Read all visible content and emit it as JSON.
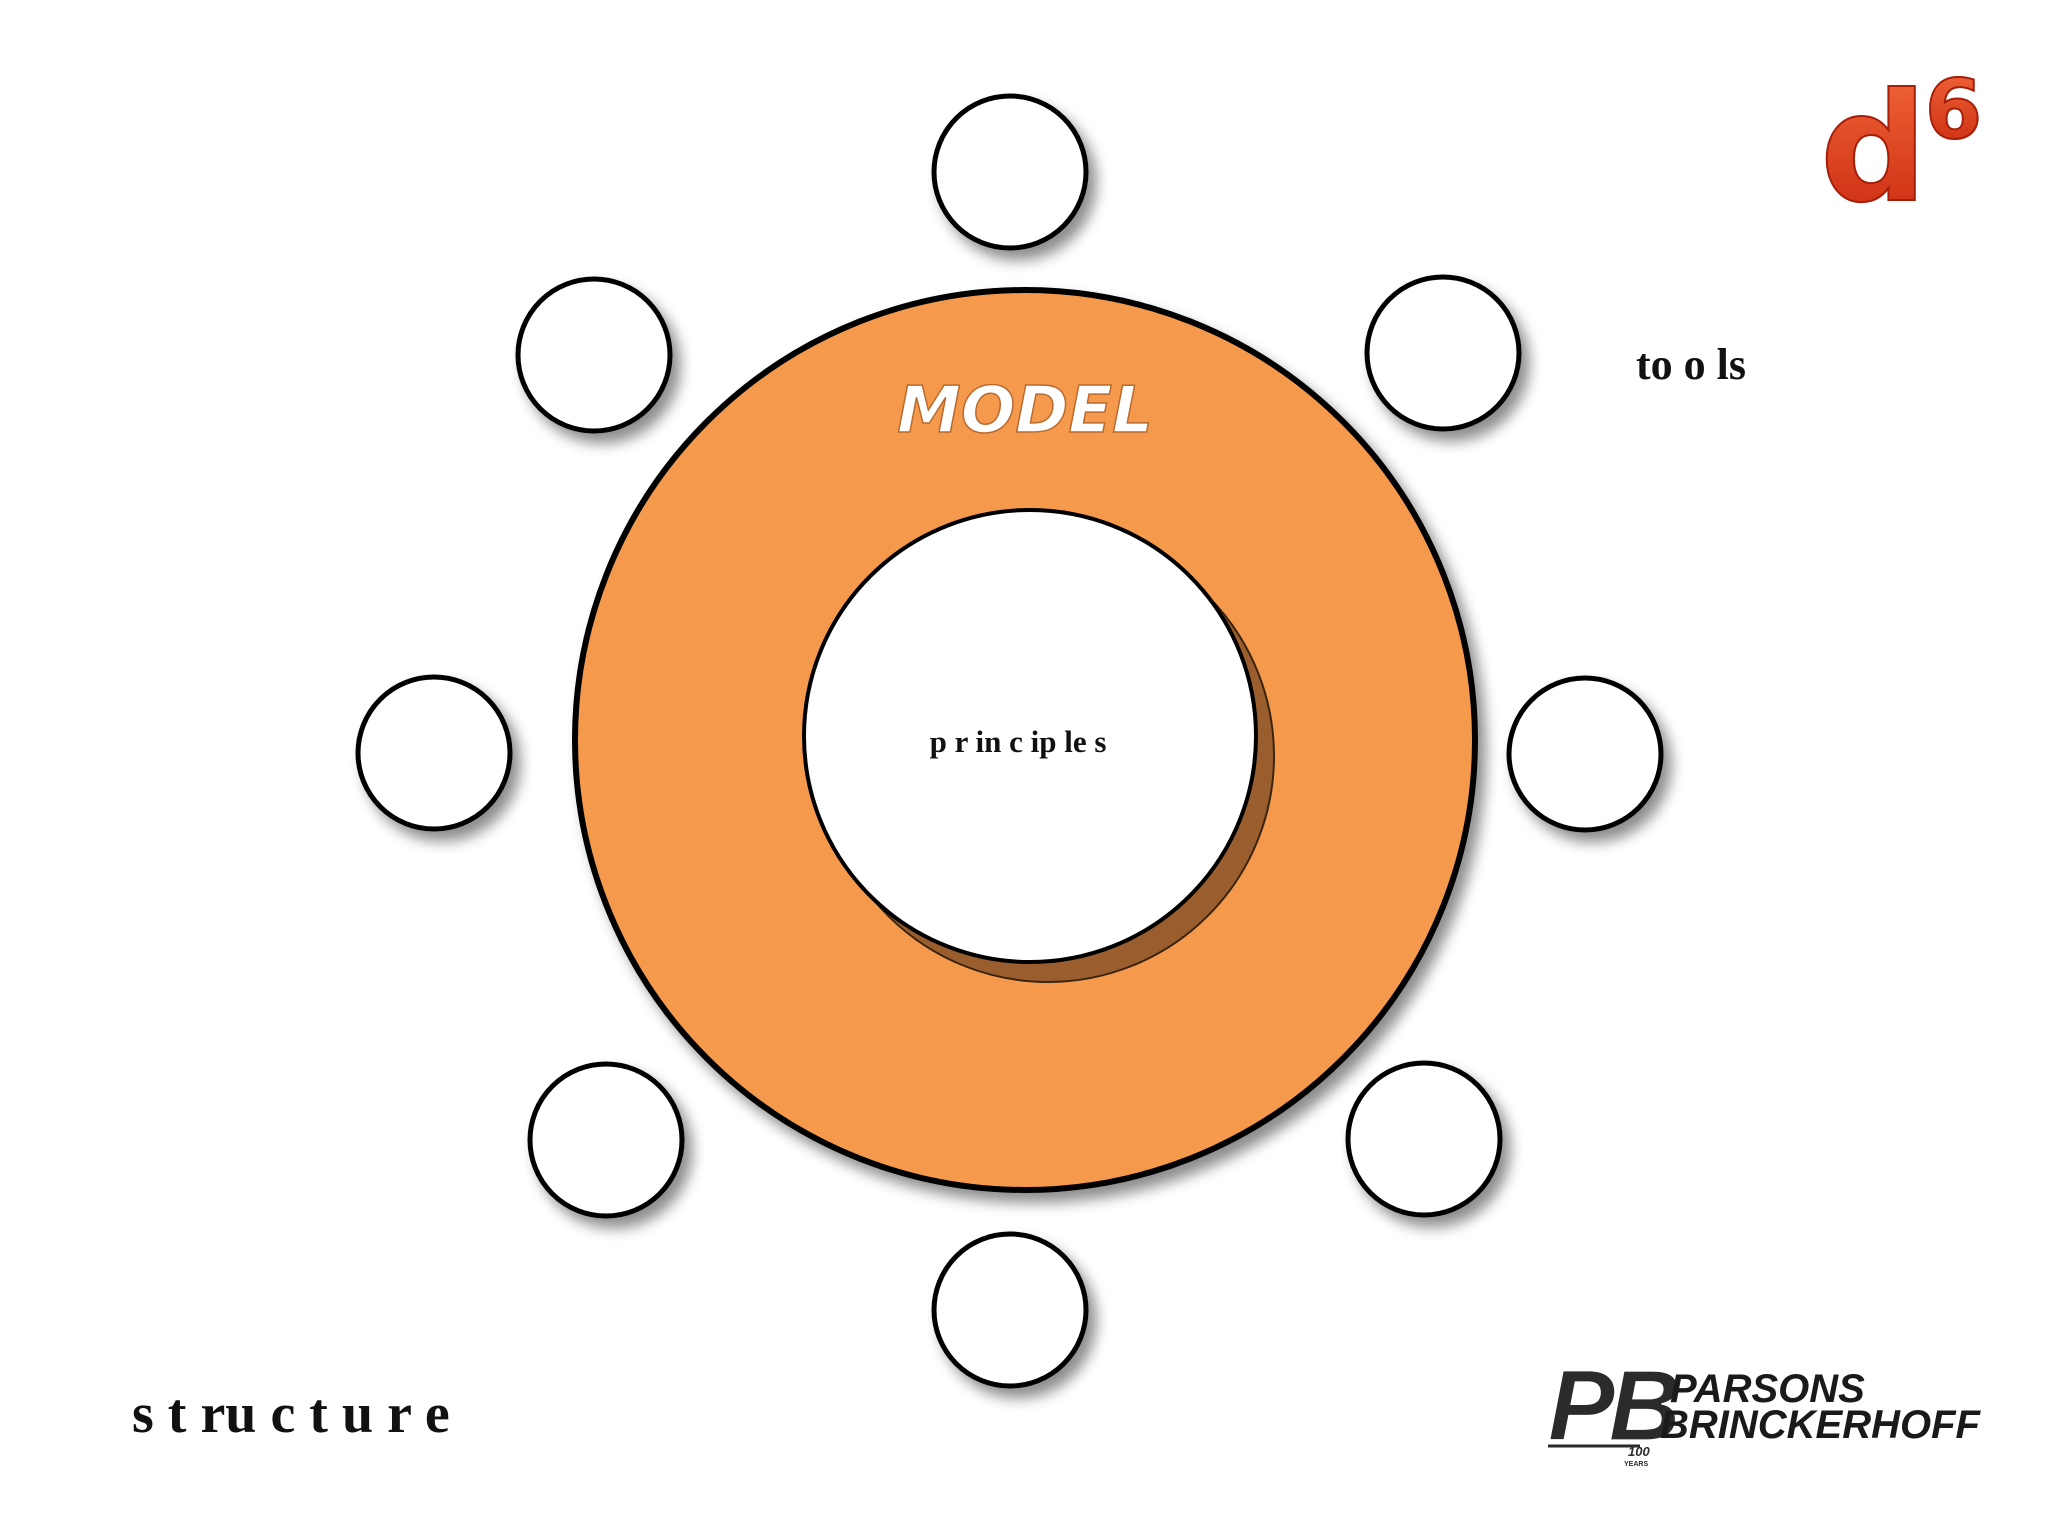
{
  "logo": {
    "letter": "d",
    "superscript": "6",
    "color": "#e8401c"
  },
  "diagram": {
    "ring_label": "MODEL",
    "center_label": "p r in c ip le s",
    "ring_color": "#f59a4e",
    "satellite_count": 8
  },
  "labels": {
    "tools": "to o ls",
    "structure": "s t ru c t u r e"
  },
  "company": {
    "mark": "PB",
    "line1": "PARSONS",
    "line2": "BRINCKERHOFF",
    "badge": "100",
    "badge_sub": "YEARS"
  }
}
